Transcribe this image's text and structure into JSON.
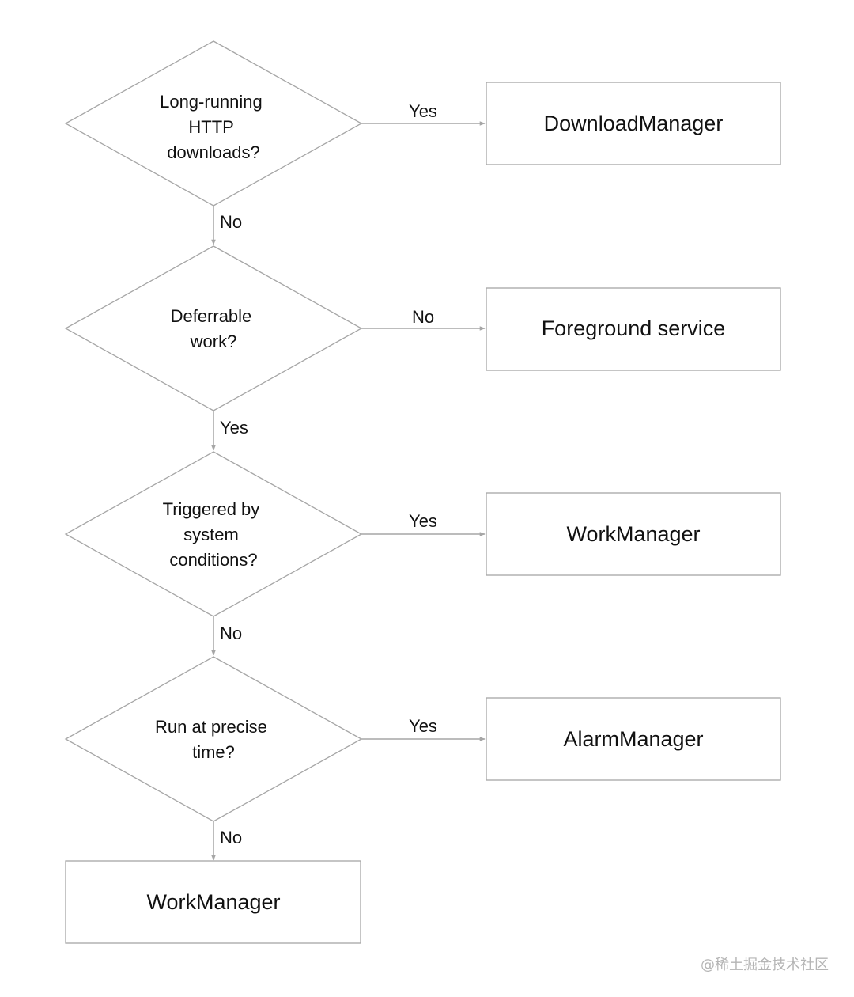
{
  "diagram": {
    "decisions": [
      {
        "id": "q1",
        "lines": [
          "Long-running",
          "HTTP",
          "downloads?"
        ]
      },
      {
        "id": "q2",
        "lines": [
          "Deferrable",
          "work?"
        ]
      },
      {
        "id": "q3",
        "lines": [
          "Triggered by",
          "system",
          "conditions?"
        ]
      },
      {
        "id": "q4",
        "lines": [
          "Run at precise",
          "time?"
        ]
      }
    ],
    "outcomes": [
      {
        "id": "r1",
        "label": "DownloadManager"
      },
      {
        "id": "r2",
        "label": "Foreground service"
      },
      {
        "id": "r3",
        "label": "WorkManager"
      },
      {
        "id": "r4",
        "label": "AlarmManager"
      },
      {
        "id": "r5",
        "label": "WorkManager"
      }
    ],
    "edges": [
      {
        "from": "q1",
        "to": "r1",
        "label": "Yes"
      },
      {
        "from": "q1",
        "to": "q2",
        "label": "No"
      },
      {
        "from": "q2",
        "to": "r2",
        "label": "No"
      },
      {
        "from": "q2",
        "to": "q3",
        "label": "Yes"
      },
      {
        "from": "q3",
        "to": "r3",
        "label": "Yes"
      },
      {
        "from": "q3",
        "to": "q4",
        "label": "No"
      },
      {
        "from": "q4",
        "to": "r4",
        "label": "Yes"
      },
      {
        "from": "q4",
        "to": "r5",
        "label": "No"
      }
    ]
  },
  "colors": {
    "stroke": "#a6a6a6",
    "text": "#111111",
    "watermark": "#b5b5b5"
  },
  "watermark": "@稀土掘金技术社区"
}
